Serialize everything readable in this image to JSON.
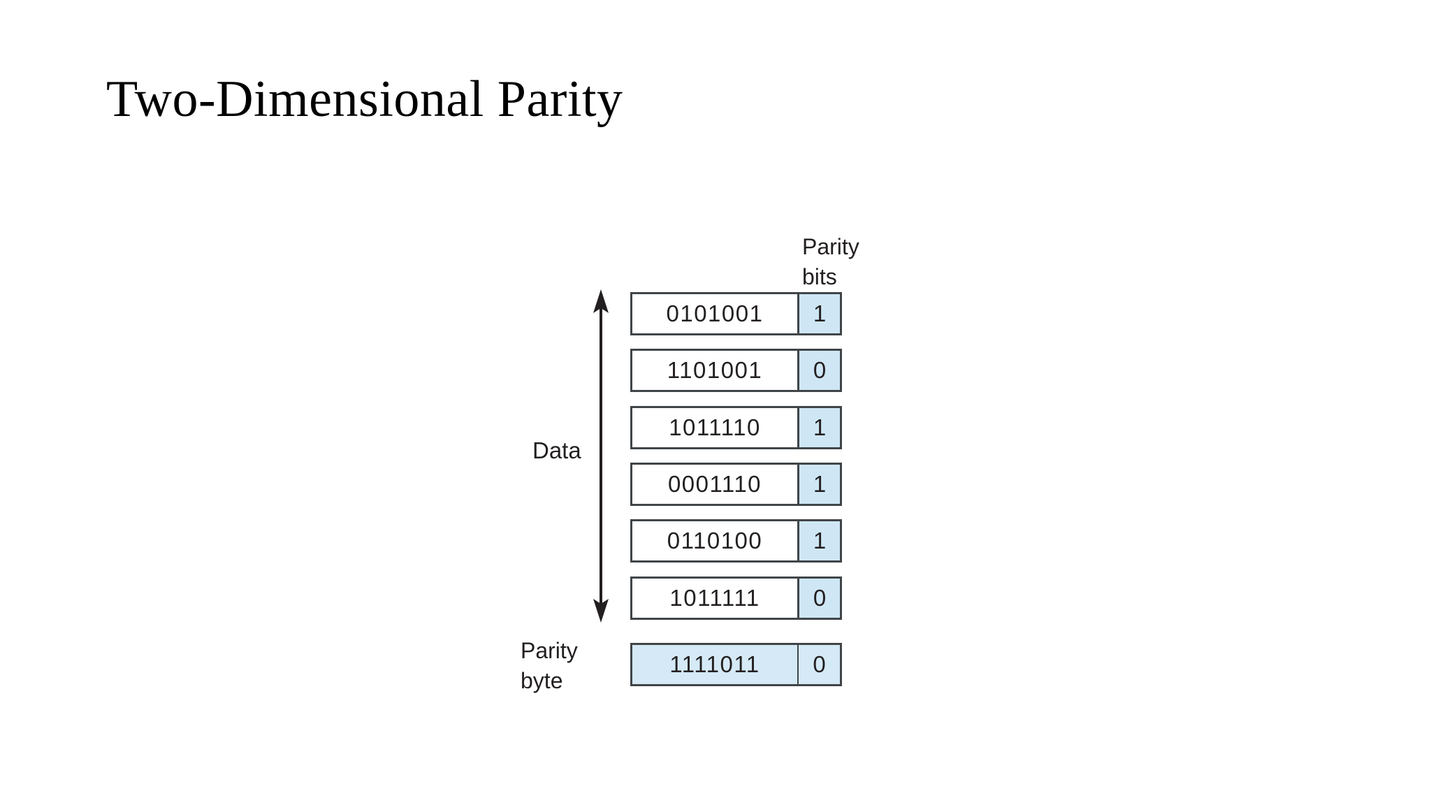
{
  "slide": {
    "title": "Two-Dimensional Parity"
  },
  "figure": {
    "labels": {
      "parity_bits_line1": "Parity",
      "parity_bits_line2": "bits",
      "data": "Data",
      "parity_byte_line1": "Parity",
      "parity_byte_line2": "byte"
    },
    "colors": {
      "parity_fill": "#cfe7f5",
      "data_fill": "#ffffff",
      "border": "#404548",
      "text": "#231f20"
    },
    "data_rows": [
      {
        "bits": "0101001",
        "parity": "1"
      },
      {
        "bits": "1101001",
        "parity": "0"
      },
      {
        "bits": "1011110",
        "parity": "1"
      },
      {
        "bits": "0001110",
        "parity": "1"
      },
      {
        "bits": "0110100",
        "parity": "1"
      },
      {
        "bits": "1011111",
        "parity": "0"
      }
    ],
    "parity_byte_row": {
      "bits": "1111011",
      "parity": "0"
    },
    "arrow": {
      "name": "data-span-arrow",
      "direction": "double-vertical"
    }
  }
}
